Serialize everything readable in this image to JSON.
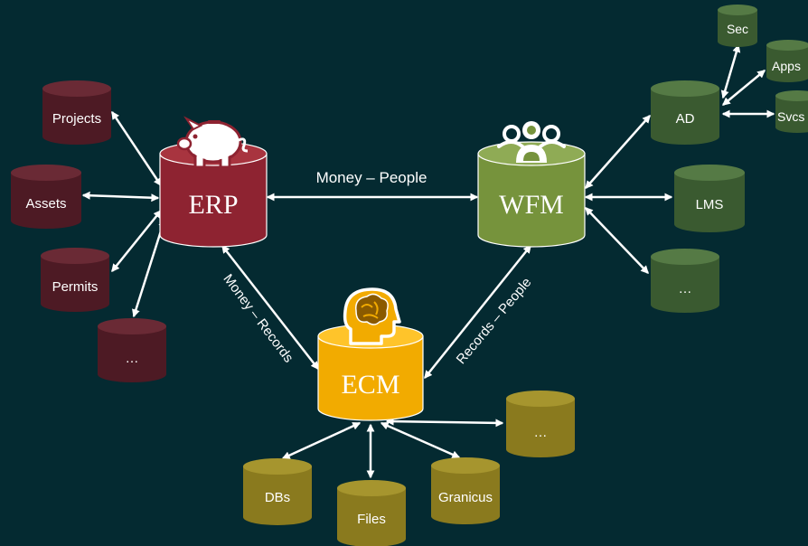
{
  "colors": {
    "background": "#042a31",
    "erp": "#8e2331",
    "erp_top": "#a8343f",
    "wfm": "#76933c",
    "wfm_top": "#8fab55",
    "ecm": "#f2ab00",
    "ecm_top": "#ffc42a",
    "erp_satellite": "#4d1a24",
    "erp_satellite_top": "#6a2a35",
    "wfm_satellite": "#3a5a30",
    "wfm_satellite_top": "#557a45",
    "ecm_satellite": "#8a7a1e",
    "ecm_satellite_top": "#a6952e",
    "arrow": "#ffffff"
  },
  "hubs": {
    "erp": {
      "label": "ERP",
      "icon": "piggy-bank-icon"
    },
    "wfm": {
      "label": "WFM",
      "icon": "people-group-icon"
    },
    "ecm": {
      "label": "ECM",
      "icon": "brain-head-icon"
    }
  },
  "connections": {
    "erp_wfm": "Money – People",
    "erp_ecm": "Money – Records",
    "wfm_ecm": "Records – People"
  },
  "erp_satellites": [
    "Projects",
    "Assets",
    "Permits",
    "…"
  ],
  "wfm_satellites": [
    "AD",
    "LMS",
    "…"
  ],
  "ad_satellites": [
    "Sec",
    "Apps",
    "Svcs"
  ],
  "ecm_satellites": [
    "DBs",
    "Files",
    "Granicus",
    "…"
  ]
}
